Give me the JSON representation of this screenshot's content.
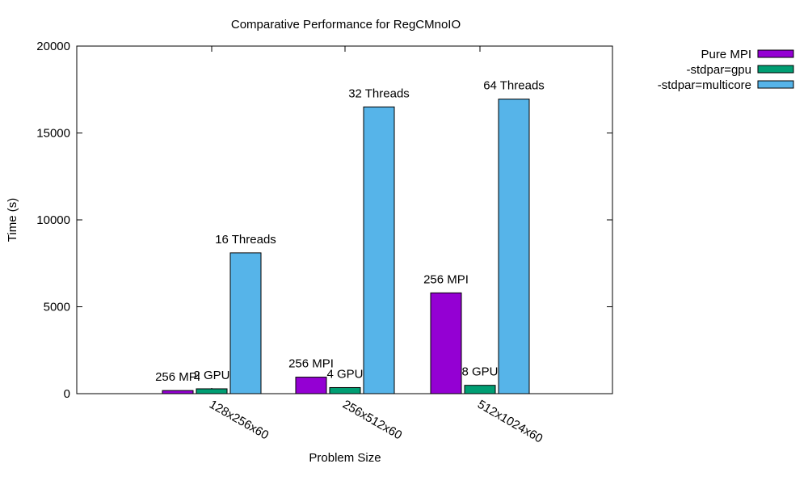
{
  "chart_data": {
    "type": "bar",
    "title": "Comparative Performance for RegCMnoIO",
    "xlabel": "Problem Size",
    "ylabel": "Time (s)",
    "ylim": [
      0,
      20000
    ],
    "yticks": [
      0,
      5000,
      10000,
      15000,
      20000
    ],
    "categories": [
      "128x256x60",
      "256x512x60",
      "512x1024x60"
    ],
    "legend_position": "top-right outside",
    "grid": false,
    "series": [
      {
        "name": "Pure MPI",
        "color": "#9400d3",
        "values": [
          180,
          950,
          5800
        ],
        "labels": [
          "256 MPI",
          "256 MPI",
          "256 MPI"
        ]
      },
      {
        "name": "-stdpar=gpu",
        "color": "#009e73",
        "values": [
          280,
          350,
          480
        ],
        "labels": [
          "2 GPU",
          "4 GPU",
          "8 GPU"
        ]
      },
      {
        "name": "-stdpar=multicore",
        "color": "#56b4e9",
        "values": [
          8100,
          16500,
          16950
        ],
        "labels": [
          "16 Threads",
          "32 Threads",
          "64 Threads"
        ]
      }
    ]
  }
}
